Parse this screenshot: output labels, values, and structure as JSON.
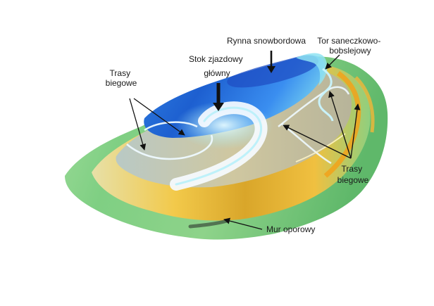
{
  "labels": {
    "trasy_biegowe_left": [
      "Trasy",
      "biegowe"
    ],
    "stok_zjazdowy": [
      "Stok zjazdowy",
      "główny"
    ],
    "rynna": [
      "Rynna snowbordowa"
    ],
    "tor": [
      "Tor saneczkowo-",
      "bobslejowy"
    ],
    "trasy_biegowe_right": [
      "Trasy",
      "biegowe"
    ],
    "mur": [
      "Mur oporowy"
    ]
  }
}
